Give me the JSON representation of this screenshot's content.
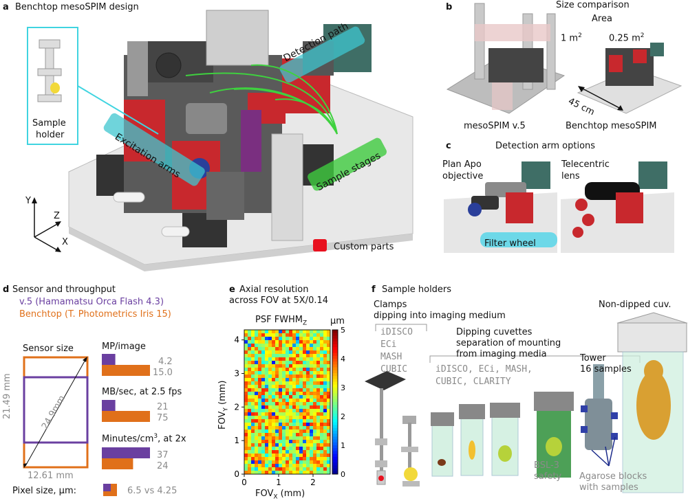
{
  "panel_a": {
    "letter": "a",
    "title": "Benchtop mesoSPIM design",
    "sample_holder_label_1": "Sample",
    "sample_holder_label_2": "holder",
    "detection_path": "Detection path",
    "excitation_arms": "Excitation arms",
    "sample_stages": "Sample stages",
    "custom_parts": "Custom parts",
    "axis_y": "Y",
    "axis_z": "Z",
    "axis_x": "X"
  },
  "panel_b": {
    "letter": "b",
    "title_1": "Size comparison",
    "title_2": "Area",
    "area_left_num": "1 m",
    "area_left_exp": "2",
    "area_right_num": "0.25 m",
    "area_right_exp": "2",
    "dimension": "45 cm",
    "label_left": "mesoSPIM v.5",
    "label_right": "Benchtop mesoSPIM"
  },
  "panel_c": {
    "letter": "c",
    "title": "Detection arm options",
    "left_1": "Plan Apo",
    "left_2": "objective",
    "right_1": "Telecentric",
    "right_2": "lens",
    "filter_wheel": "Filter wheel"
  },
  "panel_d": {
    "letter": "d",
    "title": "Sensor and throughput",
    "legend_v5": "v.5 (Hamamatsu Orca Flash 4.3)",
    "legend_benchtop": "Benchtop (T. Photometrics Iris 15)",
    "sensor_size": "Sensor size",
    "height_label": "21.49 mm",
    "diag_label": "24.9mm",
    "width_label": "12.61 mm",
    "pixel_label": "Pixel size, μm:",
    "pixel_values": "6.5 vs 4.25",
    "metrics": [
      {
        "label": "MP/image",
        "v5": 4.2,
        "benchtop": 15.0,
        "v5_text": "4.2",
        "benchtop_text": "15.0"
      },
      {
        "label": "MB/sec, at 2.5 fps",
        "v5": 21,
        "benchtop": 75,
        "v5_text": "21",
        "benchtop_text": "75"
      },
      {
        "label": "Minutes/cm",
        "label_sup": "3",
        "label_suffix": ", at 2x",
        "v5": 37,
        "benchtop": 24,
        "v5_text": "37",
        "benchtop_text": "24"
      }
    ],
    "colors": {
      "v5": "#6a3fa0",
      "benchtop": "#e0701a"
    }
  },
  "panel_e": {
    "letter": "e",
    "title_1": "Axial resolution",
    "title_2": "across FOV at 5X/0.14",
    "map_title": "PSF FWHM",
    "map_title_sub": "Z",
    "colorbar_unit": "μm",
    "ylabel": "FOV",
    "ylabel_sub": "Y",
    "ylabel_unit": " (mm)",
    "xlabel": "FOV",
    "xlabel_sub": "X",
    "xlabel_unit": " (mm)"
  },
  "chart_data": {
    "type": "heatmap",
    "x_ticks": [
      "0",
      "1",
      "2"
    ],
    "y_ticks": [
      "0",
      "1",
      "2",
      "3",
      "4"
    ],
    "xlim": [
      0,
      2.5
    ],
    "ylim": [
      0,
      4.3
    ],
    "colorbar_ticks": [
      "0",
      "1",
      "2",
      "3",
      "4",
      "5"
    ],
    "colorbar_range": [
      0,
      5
    ],
    "colormap": "jet",
    "value_distribution": "mostly 2.5–4 μm, scattered speckle"
  },
  "panel_f": {
    "letter": "f",
    "title": "Sample holders",
    "clamps_1": "Clamps",
    "clamps_2": "dipping into imaging medium",
    "clamp_list": [
      "iDISCO",
      "ECi",
      "MASH",
      "CUBIC"
    ],
    "dipping_1": "Dipping cuvettes",
    "dipping_2": "separation of mounting",
    "dipping_3": "from imaging media",
    "dipping_list_1": "iDISCO, ECi, MASH,",
    "dipping_list_2": "CUBIC, CLARITY",
    "tower_1": "Tower",
    "tower_2": "16 samples",
    "non_dipped": "Non-dipped cuv.",
    "bsl_1": "BSL-3",
    "bsl_2": "safety",
    "agarose_1": "Agarose blocks",
    "agarose_2": "with samples"
  }
}
